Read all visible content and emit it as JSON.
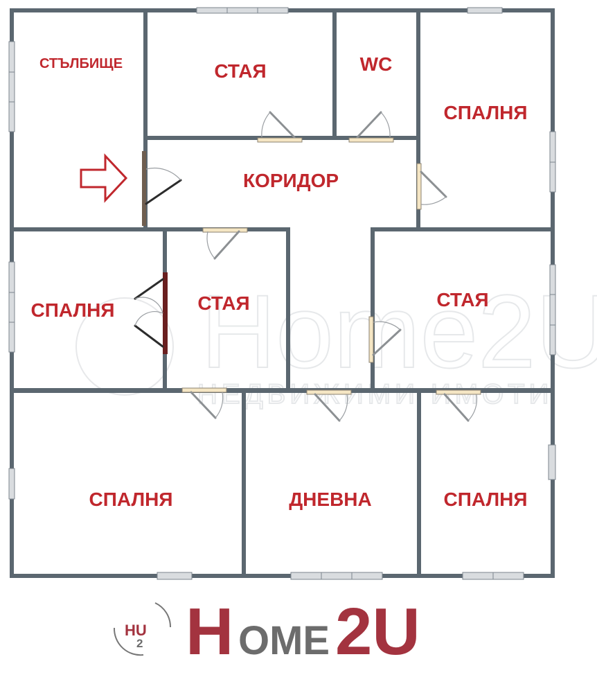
{
  "plan": {
    "rooms": [
      {
        "id": "stairwell",
        "label": "СТЪЛБИЩЕ"
      },
      {
        "id": "room-top",
        "label": "СТАЯ"
      },
      {
        "id": "wc",
        "label": "WC"
      },
      {
        "id": "bedroom-top-right",
        "label": "СПАЛНЯ"
      },
      {
        "id": "corridor",
        "label": "КОРИДОР"
      },
      {
        "id": "bedroom-mid-left",
        "label": "СПАЛНЯ"
      },
      {
        "id": "room-mid",
        "label": "СТАЯ"
      },
      {
        "id": "room-mid-right",
        "label": "СТАЯ"
      },
      {
        "id": "bedroom-bottom-left",
        "label": "СПАЛНЯ"
      },
      {
        "id": "living-room",
        "label": "ДНЕВНА"
      },
      {
        "id": "bedroom-bottom-right",
        "label": "СПАЛНЯ"
      }
    ],
    "entrance_arrow": "entrance-arrow",
    "colors": {
      "wall": "#5b6770",
      "label": "#c0272d",
      "door_frame": "#f5e6c4",
      "window": "#d9dcdf"
    }
  },
  "watermark": {
    "main": "Home2U",
    "sub": "НЕДВИЖИМИ ИМОТИ"
  },
  "logo": {
    "badge_top": "HU",
    "badge_sub": "2",
    "word_h": "H",
    "word_ome": "OME",
    "word_2u": "2U",
    "colors": {
      "red": "#a3333f",
      "gray": "#6c6c6c"
    }
  }
}
